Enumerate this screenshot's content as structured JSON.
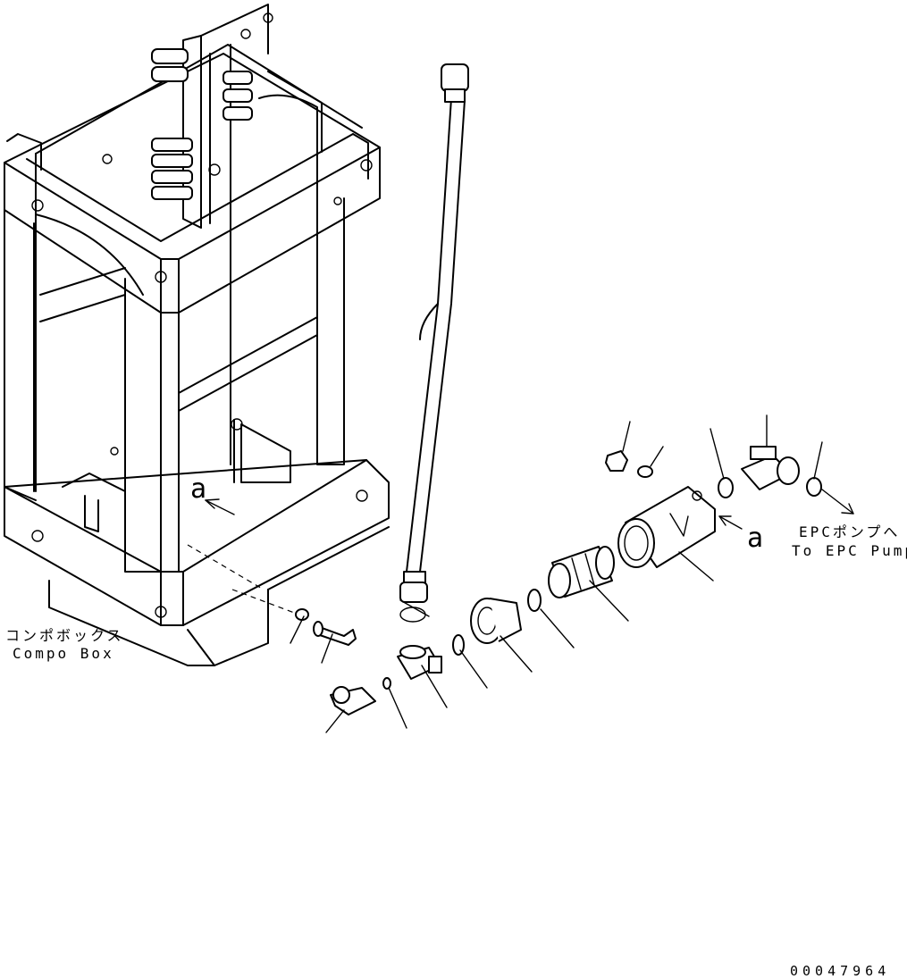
{
  "labels": {
    "compo_box_jp": "コンポボックス",
    "compo_box_en": "Compo Box",
    "epc_pump_jp": "EPCポンプへ",
    "epc_pump_en": "To EPC Pump",
    "view_a_left": "a",
    "view_a_right": "a",
    "drawing_number": "00047964"
  }
}
